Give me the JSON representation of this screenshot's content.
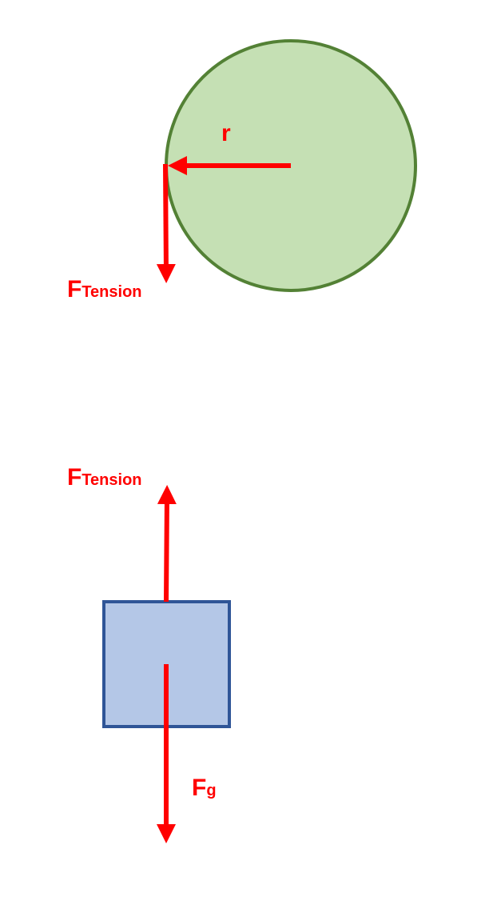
{
  "labels": {
    "radius": "r",
    "tension_top": {
      "main": "F",
      "sub": "Tension"
    },
    "tension_bottom": {
      "main": "F",
      "sub": "Tension"
    },
    "gravity": {
      "main": "F",
      "sub": "g"
    }
  },
  "colors": {
    "arrow": "#ff0000",
    "pulley_fill": "#c5e0b4",
    "pulley_stroke": "#538135",
    "block_fill": "#b4c7e7",
    "block_stroke": "#2f5597"
  }
}
